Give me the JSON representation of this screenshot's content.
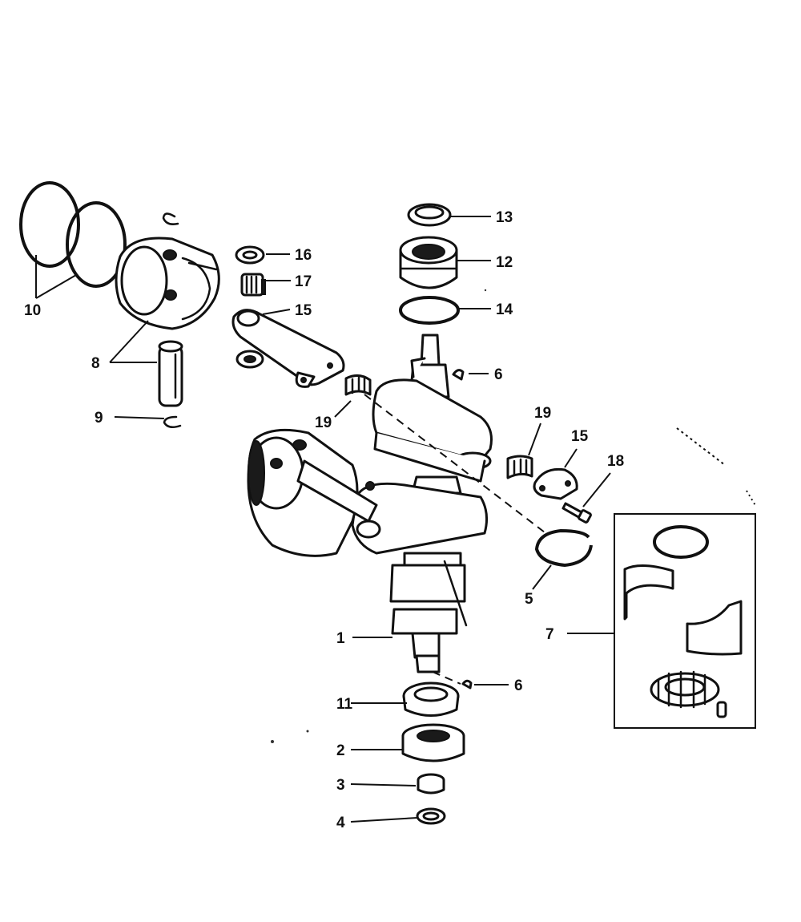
{
  "diagram": {
    "callouts": [
      {
        "id": "c1",
        "label": "1"
      },
      {
        "id": "c2",
        "label": "2"
      },
      {
        "id": "c3",
        "label": "3"
      },
      {
        "id": "c4",
        "label": "4"
      },
      {
        "id": "c5",
        "label": "5"
      },
      {
        "id": "c6a",
        "label": "6"
      },
      {
        "id": "c6b",
        "label": "6"
      },
      {
        "id": "c7",
        "label": "7"
      },
      {
        "id": "c8",
        "label": "8"
      },
      {
        "id": "c9",
        "label": "9"
      },
      {
        "id": "c10",
        "label": "10"
      },
      {
        "id": "c11",
        "label": "11"
      },
      {
        "id": "c12",
        "label": "12"
      },
      {
        "id": "c13",
        "label": "13"
      },
      {
        "id": "c14",
        "label": "14"
      },
      {
        "id": "c15a",
        "label": "15"
      },
      {
        "id": "c15b",
        "label": "15"
      },
      {
        "id": "c16",
        "label": "16"
      },
      {
        "id": "c17",
        "label": "17"
      },
      {
        "id": "c18",
        "label": "18"
      },
      {
        "id": "c19a",
        "label": "19"
      },
      {
        "id": "c19b",
        "label": "19"
      }
    ],
    "colors": {
      "ink": "#111111",
      "paper": "#ffffff"
    }
  }
}
